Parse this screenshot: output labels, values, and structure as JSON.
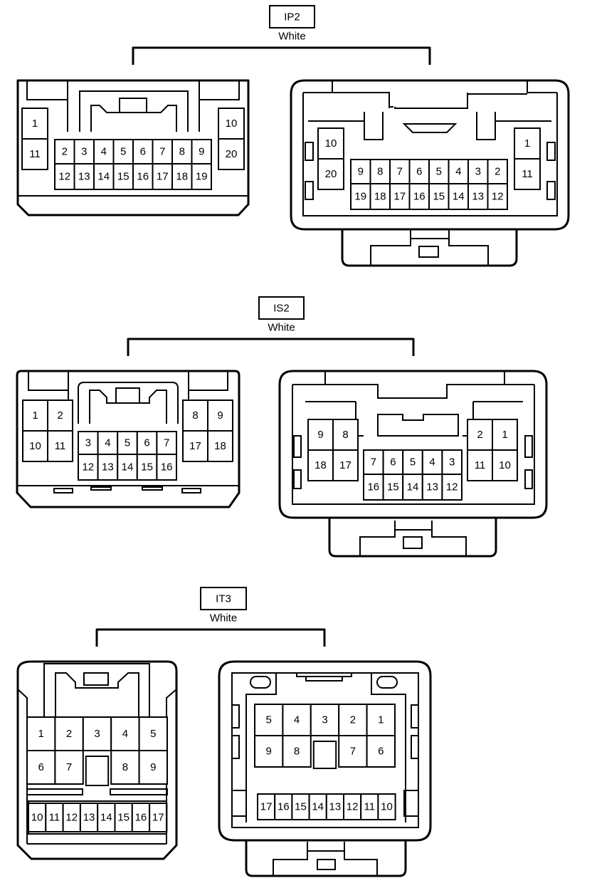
{
  "connectors": [
    {
      "id": "IP2",
      "label": "IP2",
      "color": "White",
      "male": {
        "left": [
          [
            "1"
          ],
          [
            "11"
          ]
        ],
        "top": [
          "2",
          "3",
          "4",
          "5",
          "6",
          "7",
          "8",
          "9"
        ],
        "bottom": [
          "12",
          "13",
          "14",
          "15",
          "16",
          "17",
          "18",
          "19"
        ],
        "right": [
          [
            "10"
          ],
          [
            "20"
          ]
        ]
      },
      "female": {
        "left": [
          [
            "10"
          ],
          [
            "20"
          ]
        ],
        "top": [
          "9",
          "8",
          "7",
          "6",
          "5",
          "4",
          "3",
          "2"
        ],
        "bottom": [
          "19",
          "18",
          "17",
          "16",
          "15",
          "14",
          "13",
          "12"
        ],
        "right": [
          [
            "1"
          ],
          [
            "11"
          ]
        ]
      }
    },
    {
      "id": "IS2",
      "label": "IS2",
      "color": "White",
      "male": {
        "left": [
          [
            "1",
            "2"
          ],
          [
            "10",
            "11"
          ]
        ],
        "top": [
          "3",
          "4",
          "5",
          "6",
          "7"
        ],
        "bottom": [
          "12",
          "13",
          "14",
          "15",
          "16"
        ],
        "right": [
          [
            "8",
            "9"
          ],
          [
            "17",
            "18"
          ]
        ]
      },
      "female": {
        "left": [
          [
            "9",
            "8"
          ],
          [
            "18",
            "17"
          ]
        ],
        "top": [
          "7",
          "6",
          "5",
          "4",
          "3"
        ],
        "bottom": [
          "16",
          "15",
          "14",
          "13",
          "12"
        ],
        "right": [
          [
            "2",
            "1"
          ],
          [
            "11",
            "10"
          ]
        ]
      }
    },
    {
      "id": "IT3",
      "label": "IT3",
      "color": "White",
      "male": {
        "row1": [
          "1",
          "2",
          "3",
          "4",
          "5"
        ],
        "row2": [
          "6",
          "7",
          "",
          "8",
          "9"
        ],
        "row3": [
          "10",
          "11",
          "12",
          "13",
          "14",
          "15",
          "16",
          "17"
        ]
      },
      "female": {
        "row1": [
          "5",
          "4",
          "3",
          "2",
          "1"
        ],
        "row2": [
          "9",
          "8",
          "",
          "7",
          "6"
        ],
        "row3": [
          "17",
          "16",
          "15",
          "14",
          "13",
          "12",
          "11",
          "10"
        ]
      }
    }
  ]
}
